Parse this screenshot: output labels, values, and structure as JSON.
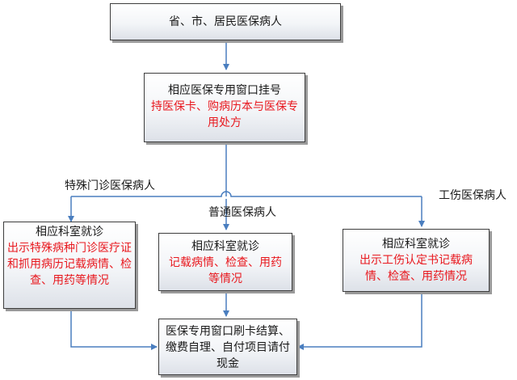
{
  "nodes": {
    "patients": {
      "text": "省、市、居民医保病人"
    },
    "window_register": {
      "title": "相应医保专用窗口挂号",
      "detail": "持医保卡、购病历本与医保专用处方"
    },
    "dept_special": {
      "title": "相应科室就诊",
      "detail": "出示特殊病种门诊医疗证和抓用病历记载病情、检查、用药等情况"
    },
    "dept_general": {
      "title": "相应科室就诊",
      "detail": "记载病情、检查、用药等情况"
    },
    "dept_injury": {
      "title": "相应科室就诊",
      "detail": "出示工伤认定书记载病情、检查、用药情况"
    },
    "settlement": {
      "text": "医保专用窗口刷卡结算、缴费自理、自付项目请付现金"
    }
  },
  "branch_labels": {
    "special": "特殊门诊医保病人",
    "general": "普通医保病人",
    "injury": "工伤医保病人"
  }
}
